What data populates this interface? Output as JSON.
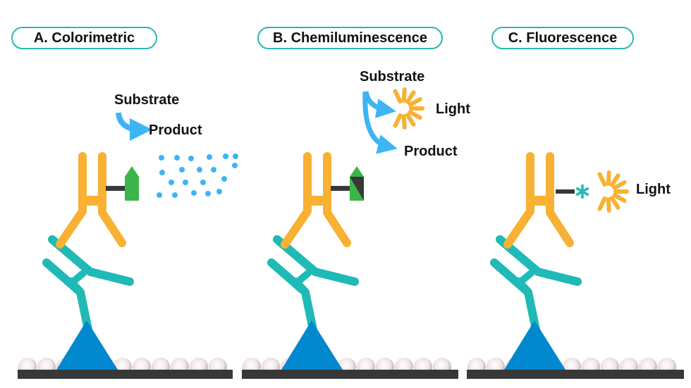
{
  "panels": [
    {
      "title": "A.  Colorimetric",
      "substrate": "Substrate",
      "product": "Product"
    },
    {
      "title": "B. Chemiluminescence",
      "substrate": "Substrate",
      "light": "Light",
      "product": "Product"
    },
    {
      "title": "C. Fluorescence",
      "light": "Light"
    }
  ],
  "colors": {
    "primary_antibody": "#1fbab5",
    "secondary_antibody": "#f8b133",
    "antigen": "#0288cf",
    "enzyme_tag": "#3bb54a",
    "product_dots": "#3db5f5",
    "arrow": "#3db5f5",
    "light": "#f8b133",
    "fluorophore": "#1fbab5",
    "plate": "#383838",
    "title_border": "#2bb8b2"
  }
}
